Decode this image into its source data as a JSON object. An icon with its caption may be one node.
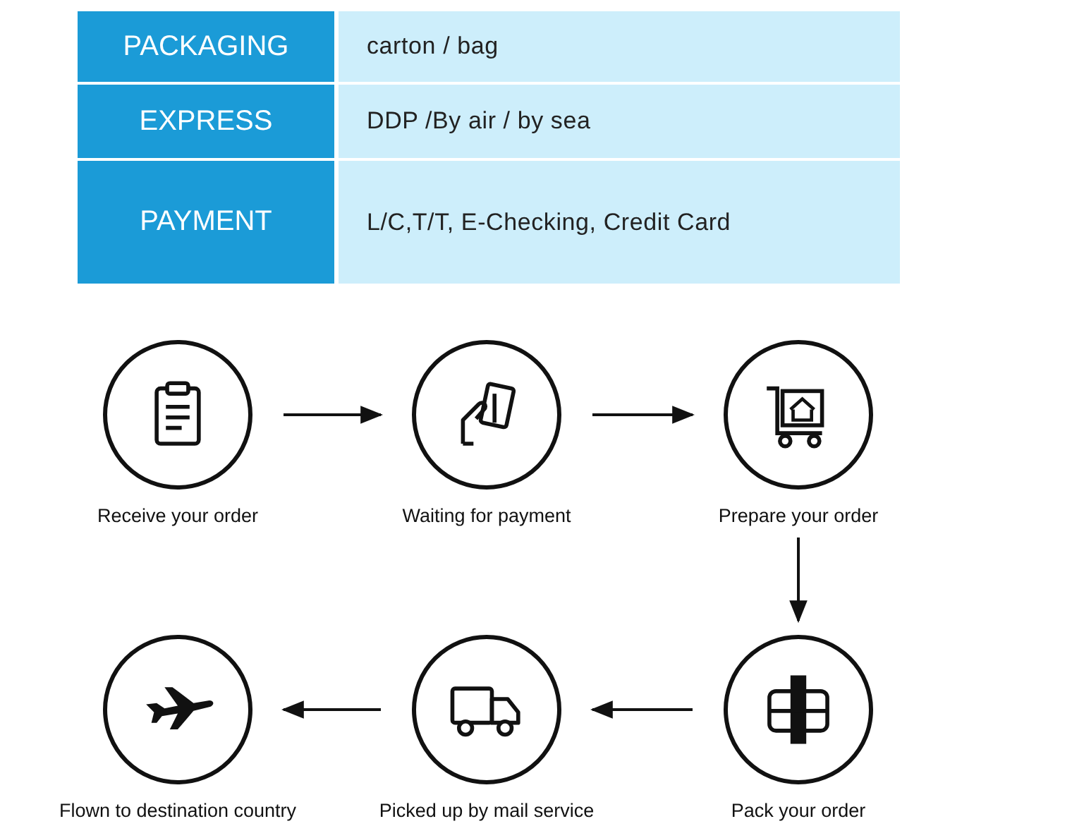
{
  "diagram": {
    "nodes": [
      {
        "text": [],
        "shape": "circle",
        "beside": [
          "Receive your order"
        ]
      },
      {
        "text": [],
        "shape": "circle",
        "beside": [
          "Waiting for payment"
        ]
      },
      {
        "text": [],
        "shape": "circle",
        "beside": [
          "Prepare your order"
        ]
      },
      {
        "text": [],
        "shape": "circle",
        "beside": [
          "Pack your order"
        ]
      },
      {
        "text": [],
        "shape": "circle",
        "beside": [
          "Picked up by mail service"
        ]
      },
      {
        "text": [],
        "shape": "circle",
        "beside": [
          "Flown to destination country"
        ]
      }
    ],
    "edges": [
      {
        "from": 0,
        "to": 1,
        "arrow": "to"
      },
      {
        "from": 1,
        "to": 2,
        "arrow": "to"
      },
      {
        "from": 2,
        "to": 3,
        "arrow": "to"
      },
      {
        "from": 3,
        "to": 4,
        "arrow": "to"
      },
      {
        "from": 4,
        "to": 5,
        "arrow": "to"
      }
    ],
    "labels": [
      "PACKAGING",
      "carton / bag",
      "EXPRESS",
      "DDP /By air / by sea",
      "PAYMENT",
      "L/C,T/T, E-Checking, Credit Card"
    ]
  }
}
